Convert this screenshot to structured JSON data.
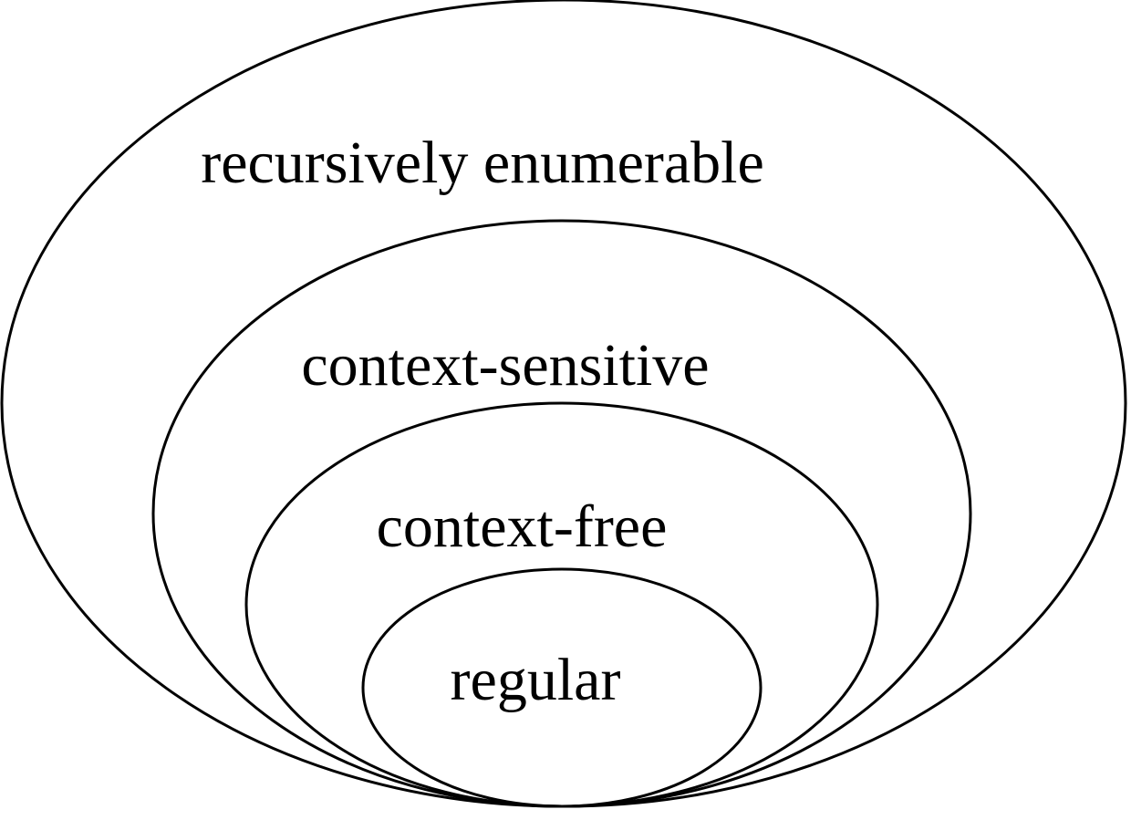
{
  "diagram": {
    "type": "nested-sets",
    "sets": [
      {
        "id": "recursively-enumerable",
        "label": "recursively enumerable"
      },
      {
        "id": "context-sensitive",
        "label": "context-sensitive"
      },
      {
        "id": "context-free",
        "label": "context-free"
      },
      {
        "id": "regular",
        "label": "regular"
      }
    ]
  },
  "colors": {
    "background": "#ffffff",
    "stroke": "#000000",
    "text": "#000000"
  }
}
